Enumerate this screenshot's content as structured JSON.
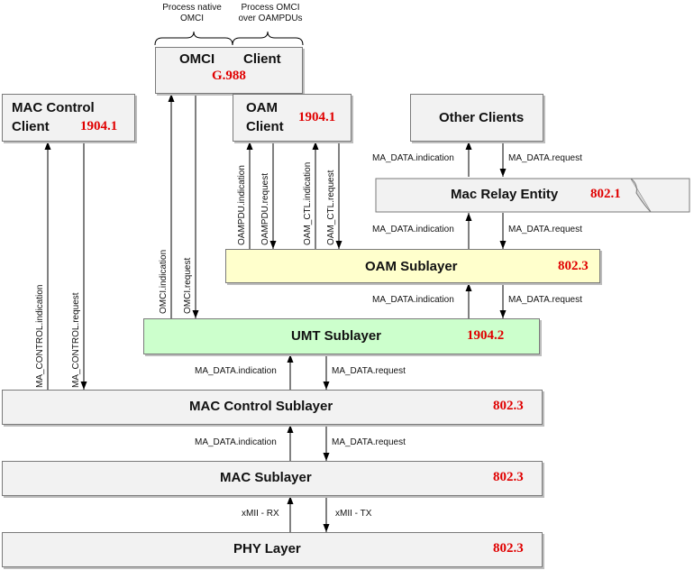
{
  "colors": {
    "box_fill": "#f2f2f2",
    "oam_sublayer_fill": "#ffffcc",
    "umt_sublayer_fill": "#ccffcc",
    "standard_text": "#e00000"
  },
  "captions": {
    "native_line1": "Process native",
    "native_line2": "OMCI",
    "over_oam_line1": "Process OMCI",
    "over_oam_line2": "over OAMPDUs"
  },
  "boxes": {
    "omci_client": {
      "left_label": "OMCI",
      "right_label": "Client",
      "standard": "G.988"
    },
    "mac_control_client": {
      "line1": "MAC Control",
      "line2": "Client",
      "standard": "1904.1"
    },
    "oam_client": {
      "line1": "OAM",
      "line2": "Client",
      "standard": "1904.1"
    },
    "other_clients": {
      "label": "Other Clients"
    },
    "mac_relay_entity": {
      "label": "Mac Relay Entity",
      "standard": "802.1"
    },
    "oam_sublayer": {
      "label": "OAM Sublayer",
      "standard": "802.3"
    },
    "umt_sublayer": {
      "label": "UMT Sublayer",
      "standard": "1904.2"
    },
    "mac_control_sublayer": {
      "label": "MAC Control Sublayer",
      "standard": "802.3"
    },
    "mac_sublayer": {
      "label": "MAC Sublayer",
      "standard": "802.3"
    },
    "phy_layer": {
      "label": "PHY Layer",
      "standard": "802.3"
    }
  },
  "signals": {
    "ma_control_indication": "MA_CONTROL.indication",
    "ma_control_request": "MA_CONTROL.request",
    "omci_indication": "OMCI.indication",
    "omci_request": "OMCI.request",
    "oampdu_indication": "OAMPDU.indication",
    "oampdu_request": "OAMPDU.request",
    "oam_ctl_indication": "OAM_CTL.indication",
    "oam_ctl_request": "OAM_CTL.request",
    "ma_data_indication": "MA_DATA.indication",
    "ma_data_request": "MA_DATA.request",
    "xmii_rx": "xMII - RX",
    "xmii_tx": "xMII - TX"
  }
}
